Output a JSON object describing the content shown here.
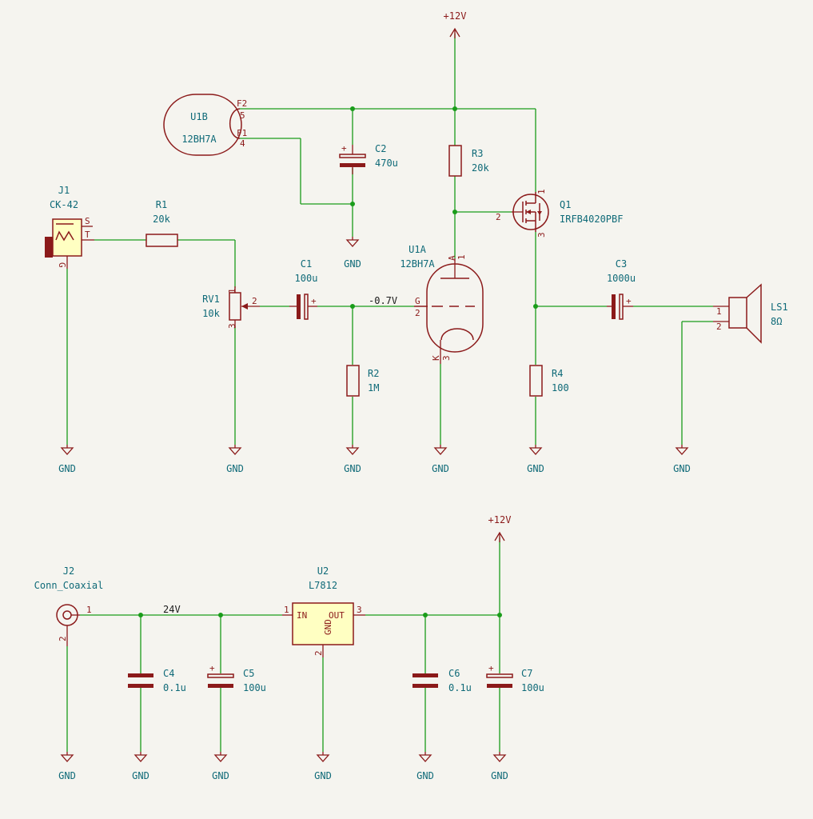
{
  "power": {
    "vcc": "+12V",
    "gnd": "GND"
  },
  "nets": {
    "grid_bias": "-0.7V",
    "supply_in": "24V"
  },
  "components": {
    "J1": {
      "ref": "J1",
      "value": "CK-42",
      "pin_s": "S",
      "pin_t": "T",
      "pin_g": "G"
    },
    "R1": {
      "ref": "R1",
      "value": "20k"
    },
    "RV1": {
      "ref": "RV1",
      "value": "10k",
      "pin1": "1",
      "pin2": "2",
      "pin3": "3"
    },
    "C1": {
      "ref": "C1",
      "value": "100u"
    },
    "R2": {
      "ref": "R2",
      "value": "1M"
    },
    "U1A": {
      "ref": "U1A",
      "value": "12BH7A",
      "pin_a": "A",
      "pin_a_num": "1",
      "pin_g": "G",
      "pin_g_num": "2",
      "pin_k": "K",
      "pin_k_num": "3"
    },
    "U1B": {
      "ref": "U1B",
      "value": "12BH7A",
      "pin_f2": "F2",
      "pin_f2_num": "5",
      "pin_f1": "F1",
      "pin_f1_num": "4"
    },
    "C2": {
      "ref": "C2",
      "value": "470u"
    },
    "R3": {
      "ref": "R3",
      "value": "20k"
    },
    "Q1": {
      "ref": "Q1",
      "value": "IRFB4020PBF",
      "pin1": "1",
      "pin2": "2",
      "pin3": "3"
    },
    "C3": {
      "ref": "C3",
      "value": "1000u"
    },
    "R4": {
      "ref": "R4",
      "value": "100"
    },
    "LS1": {
      "ref": "LS1",
      "value": "8Ω",
      "pin1": "1",
      "pin2": "2"
    },
    "J2": {
      "ref": "J2",
      "value": "Conn_Coaxial",
      "pin1": "1",
      "pin2": "2"
    },
    "C4": {
      "ref": "C4",
      "value": "0.1u"
    },
    "C5": {
      "ref": "C5",
      "value": "100u"
    },
    "U2": {
      "ref": "U2",
      "value": "L7812",
      "pin_in": "IN",
      "pin_out": "OUT",
      "pin_gnd": "GND",
      "pin1": "1",
      "pin2": "2",
      "pin3": "3"
    },
    "C6": {
      "ref": "C6",
      "value": "0.1u"
    },
    "C7": {
      "ref": "C7",
      "value": "100u"
    }
  },
  "polarity_mark": "+"
}
